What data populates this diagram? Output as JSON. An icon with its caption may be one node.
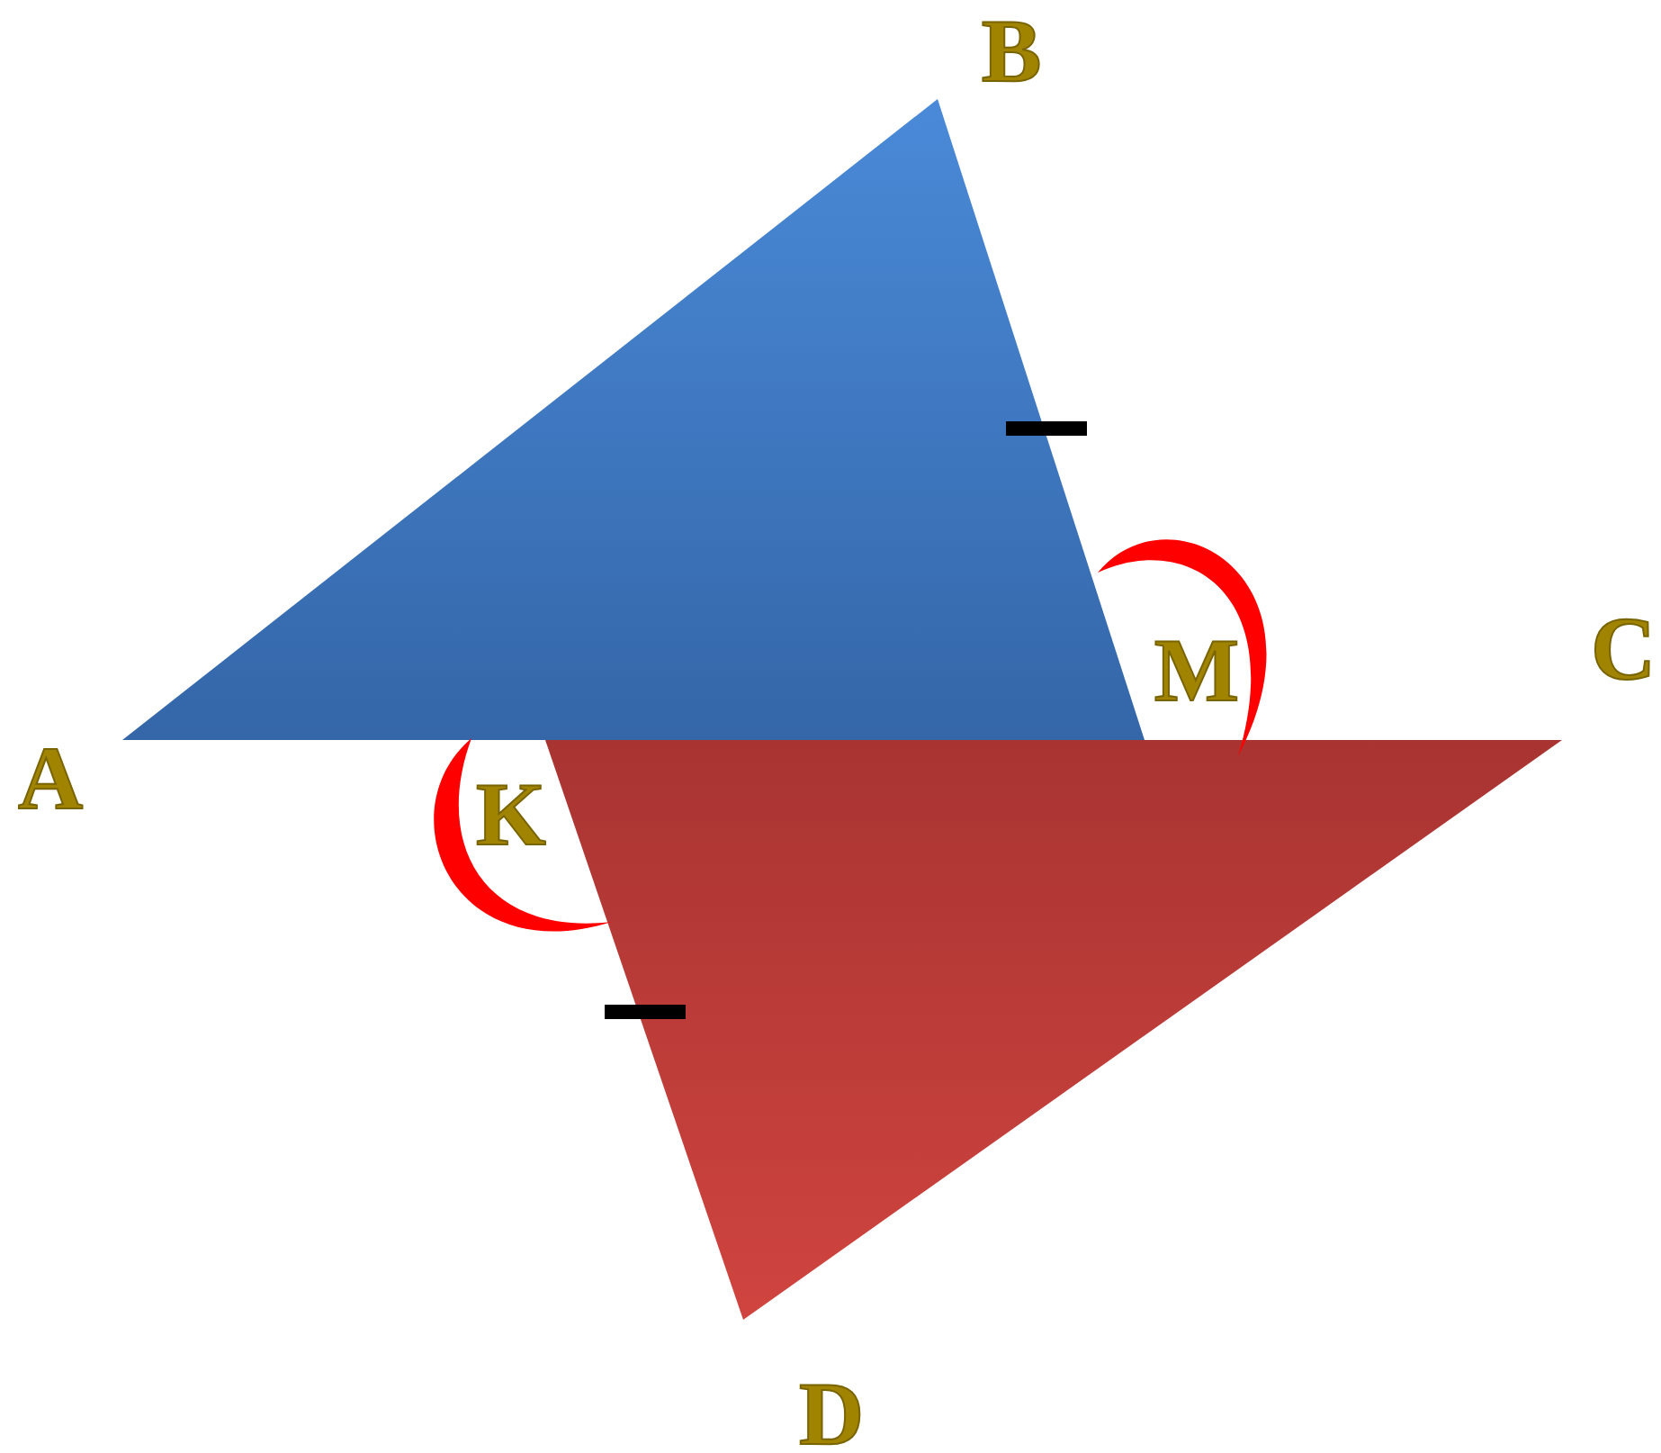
{
  "diagram": {
    "labels": [
      "B",
      "M",
      "C",
      "A",
      "K",
      "D"
    ]
  }
}
